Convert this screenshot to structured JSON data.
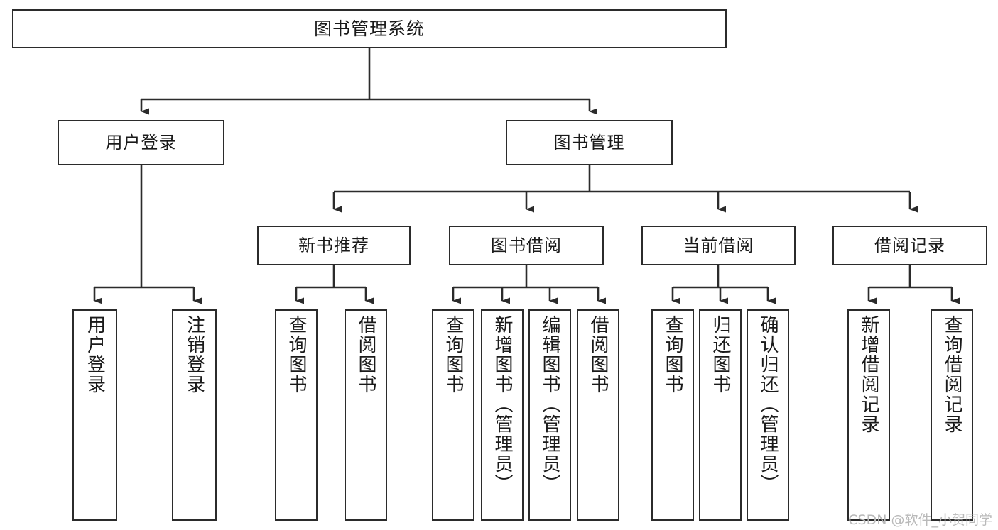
{
  "diagram": {
    "title": "图书管理系统",
    "watermark": "CSDN @软件_小贺同学",
    "line_color": "#2b2b2b",
    "box_fill": "#ffffff",
    "text_color": "#1a1a1a",
    "watermark_color": "#b9b9b9"
  },
  "nodes": {
    "root": {
      "label": "图书管理系统"
    },
    "level2": [
      {
        "label": "用户登录"
      },
      {
        "label": "图书管理"
      }
    ],
    "level3": [
      {
        "label": "新书推荐"
      },
      {
        "label": "图书借阅"
      },
      {
        "label": "当前借阅"
      },
      {
        "label": "借阅记录"
      }
    ],
    "leaves": {
      "user_login": [
        {
          "label": "用户登录"
        },
        {
          "label": "注销登录"
        }
      ],
      "new_book_recommend": [
        {
          "label": "查询图书"
        },
        {
          "label": "借阅图书"
        }
      ],
      "book_borrow": [
        {
          "label": "查询图书"
        },
        {
          "label": "新增图书（管理员）"
        },
        {
          "label": "编辑图书（管理员）"
        },
        {
          "label": "借阅图书"
        }
      ],
      "current_borrow": [
        {
          "label": "查询图书"
        },
        {
          "label": "归还图书"
        },
        {
          "label": "确认归还（管理员）"
        }
      ],
      "borrow_record": [
        {
          "label": "新增借阅记录"
        },
        {
          "label": "查询借阅记录"
        }
      ]
    }
  }
}
